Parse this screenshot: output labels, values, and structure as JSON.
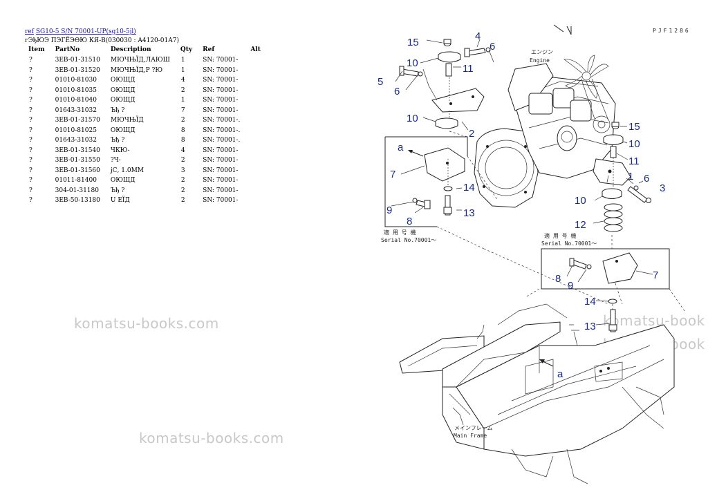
{
  "header": {
    "ref_link": "ref",
    "model_link": "SG10-5 S/N 70001-UP(sg10-5jl)",
    "title": "гЭђЮЭ ПЭГЁЭӨЮ КЯ-В(030030 : A4120-01A7)"
  },
  "table": {
    "columns": [
      "Item",
      "PartNo",
      "Description",
      "Qty",
      "Ref",
      "Alt"
    ],
    "rows": [
      {
        "item": "?",
        "part_no": "3EB-01-31510",
        "description": "МЮЧЊЇД,ЛАЮШ",
        "qty": "1",
        "ref": "SN: 70001-",
        "alt": ""
      },
      {
        "item": "?",
        "part_no": "3EB-01-31520",
        "description": "МЮЧЊЇД,Р ?Ю",
        "qty": "1",
        "ref": "SN: 70001-",
        "alt": ""
      },
      {
        "item": "?",
        "part_no": "01010-81030",
        "description": "ОЮЩД",
        "qty": "4",
        "ref": "SN: 70001-",
        "alt": ""
      },
      {
        "item": "?",
        "part_no": "01010-81035",
        "description": "ОЮЩД",
        "qty": "2",
        "ref": "SN: 70001-",
        "alt": ""
      },
      {
        "item": "?",
        "part_no": "01010-81040",
        "description": "ОЮЩД",
        "qty": "1",
        "ref": "SN: 70001-",
        "alt": ""
      },
      {
        "item": "?",
        "part_no": "01643-31032",
        "description": "Ъђ ?",
        "qty": "7",
        "ref": "SN: 70001-",
        "alt": ""
      },
      {
        "item": "?",
        "part_no": "3EB-01-31570",
        "description": "МЮЧЊЇД",
        "qty": "2",
        "ref": "SN: 70001-.",
        "alt": ""
      },
      {
        "item": "?",
        "part_no": "01010-81025",
        "description": "ОЮЩД",
        "qty": "8",
        "ref": "SN: 70001-.",
        "alt": ""
      },
      {
        "item": "?",
        "part_no": "01643-31032",
        "description": "Ъђ ?",
        "qty": "8",
        "ref": "SN: 70001-.",
        "alt": ""
      },
      {
        "item": "?",
        "part_no": "3EB-01-31540",
        "description": "ЧКЮ-",
        "qty": "4",
        "ref": "SN: 70001-",
        "alt": ""
      },
      {
        "item": "?",
        "part_no": "3EB-01-31550",
        "description": "?Ч-",
        "qty": "2",
        "ref": "SN: 70001-",
        "alt": ""
      },
      {
        "item": "?",
        "part_no": "3EB-01-31560",
        "description": "јС, 1.0MM",
        "qty": "3",
        "ref": "SN: 70001-",
        "alt": ""
      },
      {
        "item": "?",
        "part_no": "01011-81400",
        "description": "ОЮЩД",
        "qty": "2",
        "ref": "SN: 70001-",
        "alt": ""
      },
      {
        "item": "?",
        "part_no": "304-01-31180",
        "description": "Ъђ ?",
        "qty": "2",
        "ref": "SN: 70001-",
        "alt": ""
      },
      {
        "item": "?",
        "part_no": "3EB-50-13180",
        "description": "U ЕЇД",
        "qty": "2",
        "ref": "SN: 70001-",
        "alt": ""
      }
    ]
  },
  "watermarks": [
    "komatsu-books.com",
    "komatsu-books.com",
    "komatsu-book",
    "komatsu-book"
  ],
  "diagram": {
    "drawing_code": "PJF1286",
    "engine_label_jp": "エンジン",
    "engine_label_en": "Engine",
    "serial_left_jp": "適 用 号 機",
    "serial_left_en": "Serial No.70001～",
    "serial_right_jp": "適 用 号 機",
    "serial_right_en": "Serial No.70001～",
    "frame_label_jp": "メインフレーム",
    "frame_label_en": "Main Frame",
    "callout_a": "a",
    "callouts": [
      "15",
      "4",
      "6",
      "10",
      "11",
      "5",
      "6",
      "10",
      "2",
      "7",
      "9",
      "8",
      "14",
      "13",
      "15",
      "10",
      "11",
      "1",
      "6",
      "3",
      "10",
      "12",
      "8",
      "9",
      "7",
      "14",
      "13"
    ]
  }
}
